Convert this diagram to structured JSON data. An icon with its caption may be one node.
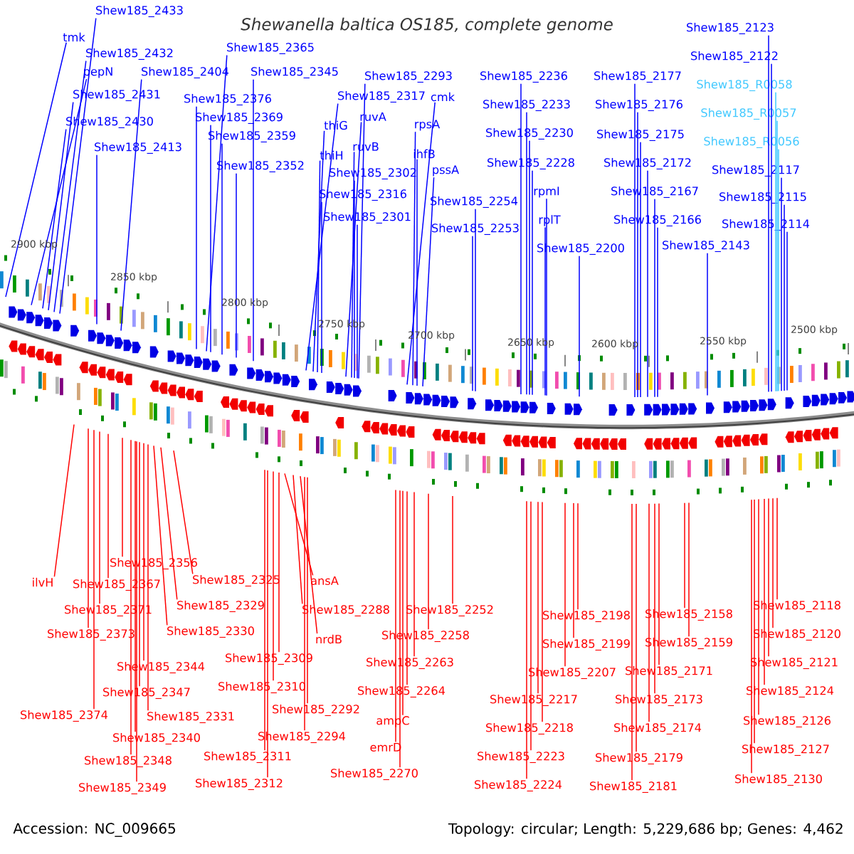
{
  "diagram": {
    "title": "Shewanella baltica OS185, complete genome",
    "nodes": [
      {
        "text": [
          "Shew185_2433"
        ]
      },
      {
        "text": [
          "tmk"
        ]
      },
      {
        "text": [
          "Shew185_2432"
        ]
      },
      {
        "text": [
          "pepN"
        ]
      },
      {
        "text": [
          "Shew185_2404"
        ]
      },
      {
        "text": [
          "Shew185_2431"
        ]
      },
      {
        "text": [
          "Shew185_2430"
        ]
      },
      {
        "text": [
          "Shew185_2413"
        ]
      },
      {
        "text": [
          "Shew185_2365"
        ]
      },
      {
        "text": [
          "Shew185_2345"
        ]
      },
      {
        "text": [
          "Shew185_2376"
        ]
      },
      {
        "text": [
          "Shew185_2369"
        ]
      },
      {
        "text": [
          "Shew185_2359"
        ]
      },
      {
        "text": [
          "Shew185_2352"
        ]
      },
      {
        "text": [
          "Shew185_2293"
        ]
      },
      {
        "text": [
          "Shew185_2317"
        ]
      },
      {
        "text": [
          "cmk"
        ]
      },
      {
        "text": [
          "thiG"
        ]
      },
      {
        "text": [
          "ruvA"
        ]
      },
      {
        "text": [
          "rpsA"
        ]
      },
      {
        "text": [
          "ruvB"
        ]
      },
      {
        "text": [
          "thiH"
        ]
      },
      {
        "text": [
          "ihfB"
        ]
      },
      {
        "text": [
          "pssA"
        ]
      },
      {
        "text": [
          "Shew185_2302"
        ]
      },
      {
        "text": [
          "Shew185_2316"
        ]
      },
      {
        "text": [
          "Shew185_2254"
        ]
      },
      {
        "text": [
          "Shew185_2301"
        ]
      },
      {
        "text": [
          "Shew185_2253"
        ]
      },
      {
        "text": [
          "Shew185_2236"
        ]
      },
      {
        "text": [
          "Shew185_2233"
        ]
      },
      {
        "text": [
          "Shew185_2230"
        ]
      },
      {
        "text": [
          "Shew185_2228"
        ]
      },
      {
        "text": [
          "rpmI"
        ]
      },
      {
        "text": [
          "rplT"
        ]
      },
      {
        "text": [
          "Shew185_2200"
        ]
      },
      {
        "text": [
          "Shew185_2177"
        ]
      },
      {
        "text": [
          "Shew185_2176"
        ]
      },
      {
        "text": [
          "Shew185_2175"
        ]
      },
      {
        "text": [
          "Shew185_2172"
        ]
      },
      {
        "text": [
          "Shew185_2167"
        ]
      },
      {
        "text": [
          "Shew185_2166"
        ]
      },
      {
        "text": [
          "Shew185_2143"
        ]
      },
      {
        "text": [
          "Shew185_2123"
        ]
      },
      {
        "text": [
          "Shew185_2122"
        ]
      },
      {
        "text": [
          "Shew185_R0058"
        ]
      },
      {
        "text": [
          "Shew185_R0057"
        ]
      },
      {
        "text": [
          "Shew185_R0056"
        ]
      },
      {
        "text": [
          "Shew185_2117"
        ]
      },
      {
        "text": [
          "Shew185_2115"
        ]
      },
      {
        "text": [
          "Shew185_2114"
        ]
      },
      {
        "text": [
          "Shew185_2356"
        ]
      },
      {
        "text": [
          "Shew185_2367"
        ]
      },
      {
        "text": [
          "Shew185_2325"
        ]
      },
      {
        "text": [
          "ilvH"
        ]
      },
      {
        "text": [
          "ansA"
        ]
      },
      {
        "text": [
          "Shew185_2371"
        ]
      },
      {
        "text": [
          "Shew185_2329"
        ]
      },
      {
        "text": [
          "Shew185_2288"
        ]
      },
      {
        "text": [
          "Shew185_2252"
        ]
      },
      {
        "text": [
          "Shew185_2198"
        ]
      },
      {
        "text": [
          "Shew185_2158"
        ]
      },
      {
        "text": [
          "Shew185_2118"
        ]
      },
      {
        "text": [
          "Shew185_2373"
        ]
      },
      {
        "text": [
          "Shew185_2330"
        ]
      },
      {
        "text": [
          "nrdB"
        ]
      },
      {
        "text": [
          "Shew185_2258"
        ]
      },
      {
        "text": [
          "Shew185_2199"
        ]
      },
      {
        "text": [
          "Shew185_2159"
        ]
      },
      {
        "text": [
          "Shew185_2120"
        ]
      },
      {
        "text": [
          "Shew185_2309"
        ]
      },
      {
        "text": [
          "Shew185_2344"
        ]
      },
      {
        "text": [
          "Shew185_2263"
        ]
      },
      {
        "text": [
          "Shew185_2207"
        ]
      },
      {
        "text": [
          "Shew185_2171"
        ]
      },
      {
        "text": [
          "Shew185_2121"
        ]
      },
      {
        "text": [
          "Shew185_2310"
        ]
      },
      {
        "text": [
          "Shew185_2347"
        ]
      },
      {
        "text": [
          "Shew185_2264"
        ]
      },
      {
        "text": [
          "Shew185_2217"
        ]
      },
      {
        "text": [
          "Shew185_2173"
        ]
      },
      {
        "text": [
          "Shew185_2124"
        ]
      },
      {
        "text": [
          "Shew185_2292"
        ]
      },
      {
        "text": [
          "Shew185_2374"
        ]
      },
      {
        "text": [
          "Shew185_2331"
        ]
      },
      {
        "text": [
          "ampC"
        ]
      },
      {
        "text": [
          "Shew185_2218"
        ]
      },
      {
        "text": [
          "Shew185_2174"
        ]
      },
      {
        "text": [
          "Shew185_2126"
        ]
      },
      {
        "text": [
          "Shew185_2294"
        ]
      },
      {
        "text": [
          "Shew185_2340"
        ]
      },
      {
        "text": [
          "emrD"
        ]
      },
      {
        "text": [
          "Shew185_2311"
        ]
      },
      {
        "text": [
          "Shew185_2223"
        ]
      },
      {
        "text": [
          "Shew185_2179"
        ]
      },
      {
        "text": [
          "Shew185_2127"
        ]
      },
      {
        "text": [
          "Shew185_2348"
        ]
      },
      {
        "text": [
          "Shew185_2270"
        ]
      },
      {
        "text": [
          "Shew185_2130"
        ]
      },
      {
        "text": [
          "Shew185_2312"
        ]
      },
      {
        "text": [
          "Shew185_2349"
        ]
      },
      {
        "text": [
          "Shew185_2224"
        ]
      },
      {
        "text": [
          "Shew185_2181"
        ]
      }
    ],
    "edges": [
      {
        "from": 0,
        "to": null,
        "arrow": "none",
        "color": "#0000ff"
      },
      {
        "from": 1,
        "to": null,
        "arrow": "none",
        "color": "#0000ff"
      },
      {
        "from": 2,
        "to": null,
        "arrow": "none",
        "color": "#0000ff"
      },
      {
        "from": 3,
        "to": null,
        "arrow": "none",
        "color": "#0000ff"
      },
      {
        "from": 4,
        "to": null,
        "arrow": "none",
        "color": "#0000ff"
      },
      {
        "from": 5,
        "to": null,
        "arrow": "none",
        "color": "#0000ff"
      },
      {
        "from": 6,
        "to": null,
        "arrow": "none",
        "color": "#0000ff"
      },
      {
        "from": 7,
        "to": null,
        "arrow": "none",
        "color": "#0000ff"
      },
      {
        "from": 8,
        "to": null,
        "arrow": "none",
        "color": "#0000ff"
      },
      {
        "from": 9,
        "to": null,
        "arrow": "none",
        "color": "#0000ff"
      },
      {
        "from": 10,
        "to": null,
        "arrow": "none",
        "color": "#0000ff"
      },
      {
        "from": 11,
        "to": null,
        "arrow": "none",
        "color": "#0000ff"
      },
      {
        "from": 12,
        "to": null,
        "arrow": "none",
        "color": "#0000ff"
      },
      {
        "from": 13,
        "to": null,
        "arrow": "none",
        "color": "#0000ff"
      },
      {
        "from": 14,
        "to": null,
        "arrow": "none",
        "color": "#0000ff"
      },
      {
        "from": 15,
        "to": null,
        "arrow": "none",
        "color": "#0000ff"
      },
      {
        "from": 16,
        "to": null,
        "arrow": "none",
        "color": "#0000ff"
      },
      {
        "from": 17,
        "to": null,
        "arrow": "none",
        "color": "#0000ff"
      },
      {
        "from": 18,
        "to": null,
        "arrow": "none",
        "color": "#0000ff"
      },
      {
        "from": 19,
        "to": null,
        "arrow": "none",
        "color": "#0000ff"
      },
      {
        "from": 20,
        "to": null,
        "arrow": "none",
        "color": "#0000ff"
      },
      {
        "from": 21,
        "to": null,
        "arrow": "none",
        "color": "#0000ff"
      },
      {
        "from": 22,
        "to": null,
        "arrow": "none",
        "color": "#0000ff"
      },
      {
        "from": 23,
        "to": null,
        "arrow": "none",
        "color": "#0000ff"
      },
      {
        "from": 24,
        "to": null,
        "arrow": "none",
        "color": "#0000ff"
      },
      {
        "from": 25,
        "to": null,
        "arrow": "none",
        "color": "#0000ff"
      },
      {
        "from": 26,
        "to": null,
        "arrow": "none",
        "color": "#0000ff"
      },
      {
        "from": 27,
        "to": null,
        "arrow": "none",
        "color": "#0000ff"
      },
      {
        "from": 28,
        "to": null,
        "arrow": "none",
        "color": "#0000ff"
      },
      {
        "from": 29,
        "to": null,
        "arrow": "none",
        "color": "#0000ff"
      },
      {
        "from": 30,
        "to": null,
        "arrow": "none",
        "color": "#0000ff"
      },
      {
        "from": 31,
        "to": null,
        "arrow": "none",
        "color": "#0000ff"
      },
      {
        "from": 32,
        "to": null,
        "arrow": "none",
        "color": "#0000ff"
      },
      {
        "from": 33,
        "to": null,
        "arrow": "none",
        "color": "#0000ff"
      },
      {
        "from": 34,
        "to": null,
        "arrow": "none",
        "color": "#0000ff"
      },
      {
        "from": 35,
        "to": null,
        "arrow": "none",
        "color": "#0000ff"
      },
      {
        "from": 36,
        "to": null,
        "arrow": "none",
        "color": "#0000ff"
      },
      {
        "from": 37,
        "to": null,
        "arrow": "none",
        "color": "#0000ff"
      },
      {
        "from": 38,
        "to": null,
        "arrow": "none",
        "color": "#0000ff"
      },
      {
        "from": 39,
        "to": null,
        "arrow": "none",
        "color": "#0000ff"
      },
      {
        "from": 40,
        "to": null,
        "arrow": "none",
        "color": "#0000ff"
      },
      {
        "from": 41,
        "to": null,
        "arrow": "none",
        "color": "#0000ff"
      },
      {
        "from": 42,
        "to": null,
        "arrow": "none",
        "color": "#0000ff"
      },
      {
        "from": 43,
        "to": null,
        "arrow": "none",
        "color": "#0000ff"
      },
      {
        "from": 44,
        "to": null,
        "arrow": "none",
        "color": "#0000ff"
      },
      {
        "from": 45,
        "to": null,
        "arrow": "none",
        "color": "#40c8ff"
      },
      {
        "from": 46,
        "to": null,
        "arrow": "none",
        "color": "#40c8ff"
      },
      {
        "from": 47,
        "to": null,
        "arrow": "none",
        "color": "#40c8ff"
      },
      {
        "from": 48,
        "to": null,
        "arrow": "none",
        "color": "#0000ff"
      },
      {
        "from": 49,
        "to": null,
        "arrow": "none",
        "color": "#0000ff"
      },
      {
        "from": 50,
        "to": null,
        "arrow": "none",
        "color": "#0000ff"
      },
      {
        "from": 51,
        "to": null,
        "arrow": "none",
        "color": "#ff0000"
      },
      {
        "from": 52,
        "to": null,
        "arrow": "none",
        "color": "#ff0000"
      },
      {
        "from": 53,
        "to": null,
        "arrow": "none",
        "color": "#ff0000"
      },
      {
        "from": 54,
        "to": null,
        "arrow": "none",
        "color": "#ff0000"
      },
      {
        "from": 55,
        "to": null,
        "arrow": "none",
        "color": "#ff0000"
      },
      {
        "from": 56,
        "to": null,
        "arrow": "none",
        "color": "#ff0000"
      },
      {
        "from": 57,
        "to": null,
        "arrow": "none",
        "color": "#ff0000"
      },
      {
        "from": 58,
        "to": null,
        "arrow": "none",
        "color": "#ff0000"
      },
      {
        "from": 59,
        "to": null,
        "arrow": "none",
        "color": "#ff0000"
      },
      {
        "from": 60,
        "to": null,
        "arrow": "none",
        "color": "#ff0000"
      },
      {
        "from": 61,
        "to": null,
        "arrow": "none",
        "color": "#ff0000"
      },
      {
        "from": 62,
        "to": null,
        "arrow": "none",
        "color": "#ff0000"
      },
      {
        "from": 63,
        "to": null,
        "arrow": "none",
        "color": "#ff0000"
      },
      {
        "from": 64,
        "to": null,
        "arrow": "none",
        "color": "#ff0000"
      },
      {
        "from": 65,
        "to": null,
        "arrow": "none",
        "color": "#ff0000"
      },
      {
        "from": 66,
        "to": null,
        "arrow": "none",
        "color": "#ff0000"
      },
      {
        "from": 67,
        "to": null,
        "arrow": "none",
        "color": "#ff0000"
      },
      {
        "from": 68,
        "to": null,
        "arrow": "none",
        "color": "#ff0000"
      },
      {
        "from": 69,
        "to": null,
        "arrow": "none",
        "color": "#ff0000"
      },
      {
        "from": 70,
        "to": null,
        "arrow": "none",
        "color": "#ff0000"
      },
      {
        "from": 71,
        "to": null,
        "arrow": "none",
        "color": "#ff0000"
      },
      {
        "from": 72,
        "to": null,
        "arrow": "none",
        "color": "#ff0000"
      },
      {
        "from": 73,
        "to": null,
        "arrow": "none",
        "color": "#ff0000"
      },
      {
        "from": 74,
        "to": null,
        "arrow": "none",
        "color": "#ff0000"
      },
      {
        "from": 75,
        "to": null,
        "arrow": "none",
        "color": "#ff0000"
      },
      {
        "from": 76,
        "to": null,
        "arrow": "none",
        "color": "#ff0000"
      },
      {
        "from": 77,
        "to": null,
        "arrow": "none",
        "color": "#ff0000"
      },
      {
        "from": 78,
        "to": null,
        "arrow": "none",
        "color": "#ff0000"
      },
      {
        "from": 79,
        "to": null,
        "arrow": "none",
        "color": "#ff0000"
      },
      {
        "from": 80,
        "to": null,
        "arrow": "none",
        "color": "#ff0000"
      },
      {
        "from": 81,
        "to": null,
        "arrow": "none",
        "color": "#ff0000"
      },
      {
        "from": 82,
        "to": null,
        "arrow": "none",
        "color": "#ff0000"
      },
      {
        "from": 83,
        "to": null,
        "arrow": "none",
        "color": "#ff0000"
      },
      {
        "from": 84,
        "to": null,
        "arrow": "none",
        "color": "#ff0000"
      },
      {
        "from": 85,
        "to": null,
        "arrow": "none",
        "color": "#ff0000"
      },
      {
        "from": 86,
        "to": null,
        "arrow": "none",
        "color": "#ff0000"
      },
      {
        "from": 87,
        "to": null,
        "arrow": "none",
        "color": "#ff0000"
      },
      {
        "from": 88,
        "to": null,
        "arrow": "none",
        "color": "#ff0000"
      },
      {
        "from": 89,
        "to": null,
        "arrow": "none",
        "color": "#ff0000"
      },
      {
        "from": 90,
        "to": null,
        "arrow": "none",
        "color": "#ff0000"
      },
      {
        "from": 91,
        "to": null,
        "arrow": "none",
        "color": "#ff0000"
      },
      {
        "from": 92,
        "to": null,
        "arrow": "none",
        "color": "#ff0000"
      },
      {
        "from": 93,
        "to": null,
        "arrow": "none",
        "color": "#ff0000"
      },
      {
        "from": 94,
        "to": null,
        "arrow": "none",
        "color": "#ff0000"
      },
      {
        "from": 95,
        "to": null,
        "arrow": "none",
        "color": "#ff0000"
      },
      {
        "from": 96,
        "to": null,
        "arrow": "none",
        "color": "#ff0000"
      },
      {
        "from": 97,
        "to": null,
        "arrow": "none",
        "color": "#ff0000"
      },
      {
        "from": 98,
        "to": null,
        "arrow": "none",
        "color": "#ff0000"
      },
      {
        "from": 99,
        "to": null,
        "arrow": "none",
        "color": "#ff0000"
      },
      {
        "from": 100,
        "to": null,
        "arrow": "none",
        "color": "#ff0000"
      },
      {
        "from": 101,
        "to": null,
        "arrow": "none",
        "color": "#ff0000"
      },
      {
        "from": 102,
        "to": null,
        "arrow": "none",
        "color": "#ff0000"
      }
    ],
    "labels": [
      "2900 kbp",
      "2850 kbp",
      "2800 kbp",
      "2750 kbp",
      "2700 kbp",
      "2650 kbp",
      "2600 kbp",
      "2550 kbp",
      "2500 kbp",
      "Accession: NC_009665",
      "Topology: circular; Length: 5,229,686 bp; Genes: 4,462"
    ]
  }
}
